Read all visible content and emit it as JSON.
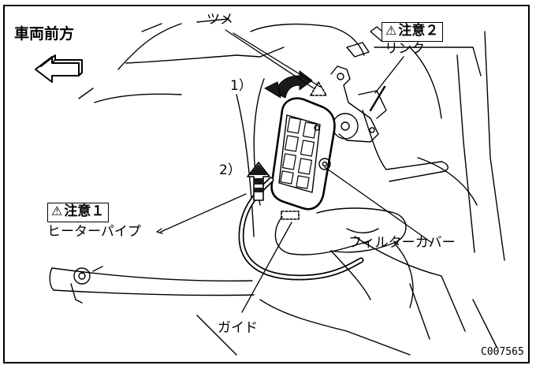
{
  "labels": {
    "vehicle_front": "車両前方",
    "claw": "ツメ",
    "link": "リンク",
    "step1": "1）",
    "step2": "2）",
    "heater_pipe": "ヒーターパイプ",
    "filter_cover": "フィルターカバー",
    "guide": "ガイド",
    "figure_code": "C007565"
  },
  "cautions": {
    "caution1": {
      "icon": "⚠",
      "text": "注意１"
    },
    "caution2": {
      "icon": "⚠",
      "text": "注意２"
    }
  },
  "colors": {
    "line": "#000000",
    "background": "#ffffff",
    "arrow": "#1a1a1a"
  }
}
